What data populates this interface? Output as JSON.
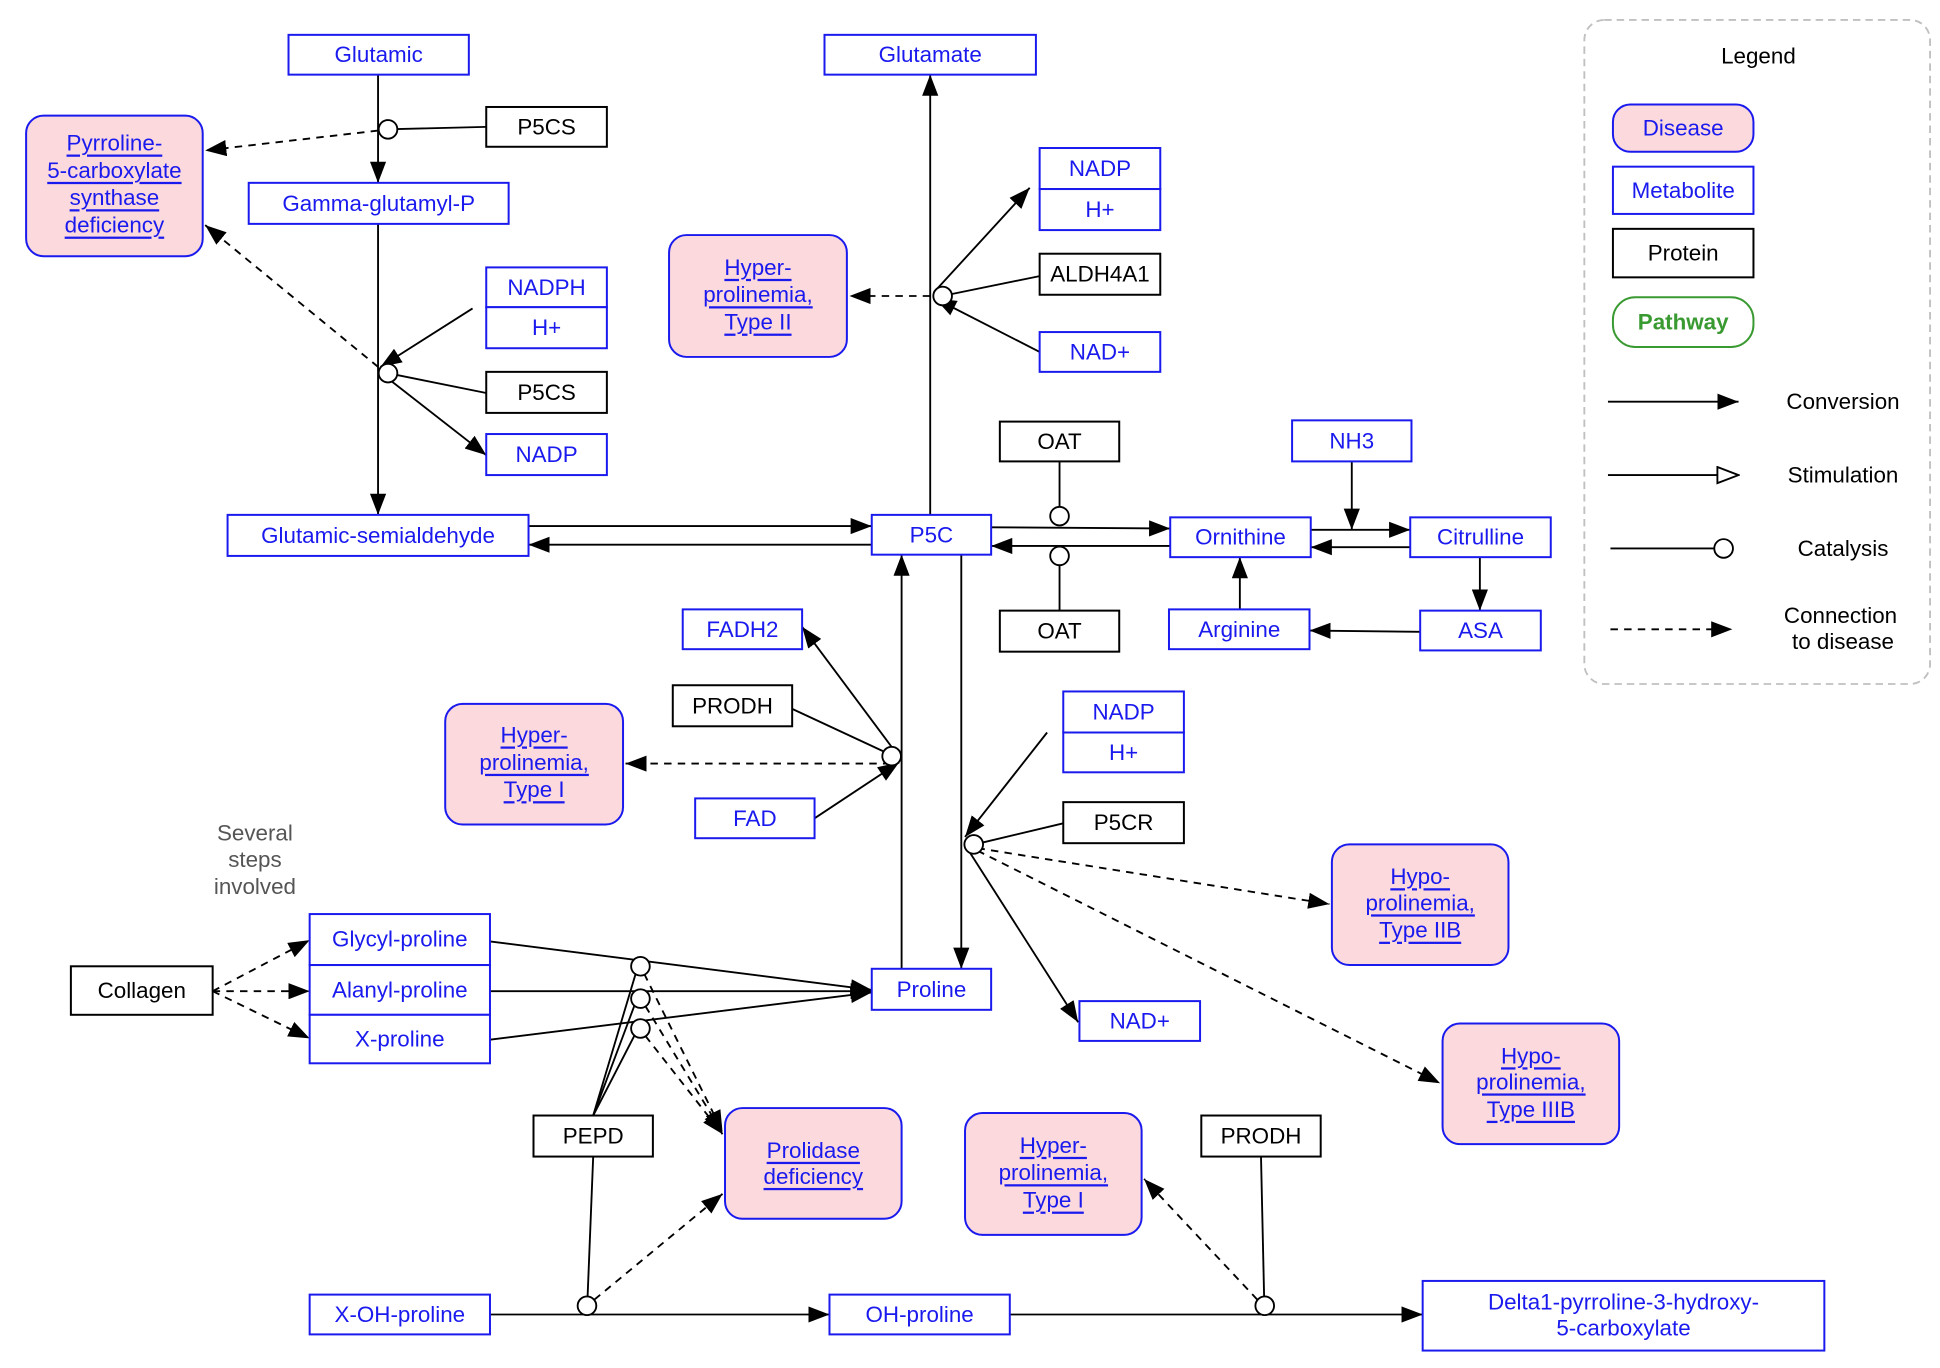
{
  "metabolites": {
    "glutamic": "Glutamic",
    "gamma_glutamyl_p": "Gamma-glutamyl-P",
    "nadph": "NADPH",
    "h_plus_1": "H+",
    "nadp_1": "NADP",
    "glutamic_semialdehyde": "Glutamic-semialdehyde",
    "glutamate": "Glutamate",
    "nadp_2": "NADP",
    "h_plus_2": "H+",
    "nad_plus_1": "NAD+",
    "p5c": "P5C",
    "nh3": "NH3",
    "ornithine": "Ornithine",
    "citrulline": "Citrulline",
    "arginine": "Arginine",
    "asa": "ASA",
    "fadh2": "FADH2",
    "fad": "FAD",
    "nadp_3": "NADP",
    "h_plus_3": "H+",
    "glycyl_proline": "Glycyl-proline",
    "alanyl_proline": "Alanyl-proline",
    "x_proline": "X-proline",
    "proline": "Proline",
    "nad_plus_2": "NAD+",
    "x_oh_proline": "X-OH-proline",
    "oh_proline": "OH-proline",
    "delta1_pyrroline": [
      "Delta1-pyrroline-3-hydroxy-",
      "5-carboxylate"
    ]
  },
  "proteins": {
    "p5cs_1": "P5CS",
    "p5cs_2": "P5CS",
    "aldh4a1": "ALDH4A1",
    "oat_1": "OAT",
    "oat_2": "OAT",
    "prodh_1": "PRODH",
    "p5cr": "P5CR",
    "collagen": "Collagen",
    "pepd": "PEPD",
    "prodh_2": "PRODH"
  },
  "diseases": {
    "p5cs_deficiency": [
      "Pyrroline-",
      "5-carboxylate",
      "synthase",
      "deficiency"
    ],
    "hyperprolinemia_type_ii": [
      "Hyper-",
      "prolinemia,",
      "Type II"
    ],
    "hyperprolinemia_type_i_a": [
      "Hyper-",
      "prolinemia,",
      "Type I"
    ],
    "hypoprolinemia_type_iib": [
      "Hypo-",
      "prolinemia,",
      "Type IIB"
    ],
    "hypoprolinemia_type_iiib": [
      "Hypo-",
      "prolinemia,",
      "Type IIIB"
    ],
    "prolidase_deficiency": [
      "Prolidase",
      "deficiency"
    ],
    "hyperprolinemia_type_i_b": [
      "Hyper-",
      "prolinemia,",
      "Type I"
    ]
  },
  "annotations": {
    "several_steps_involved": [
      "Several",
      "steps",
      "involved"
    ]
  },
  "legend": {
    "title": "Legend",
    "disease": "Disease",
    "metabolite": "Metabolite",
    "protein": "Protein",
    "pathway": "Pathway",
    "conversion": "Conversion",
    "stimulation": "Stimulation",
    "catalysis": "Catalysis",
    "connection_to_disease": [
      "Connection",
      "to disease"
    ]
  },
  "colors": {
    "metabolite": "#1a1aee",
    "disease_fill": "#fbd9dc",
    "protein": "#000000",
    "pathway": "#3a9a32",
    "legend_border": "#c0c0c0",
    "annotation_text": "#555555"
  }
}
